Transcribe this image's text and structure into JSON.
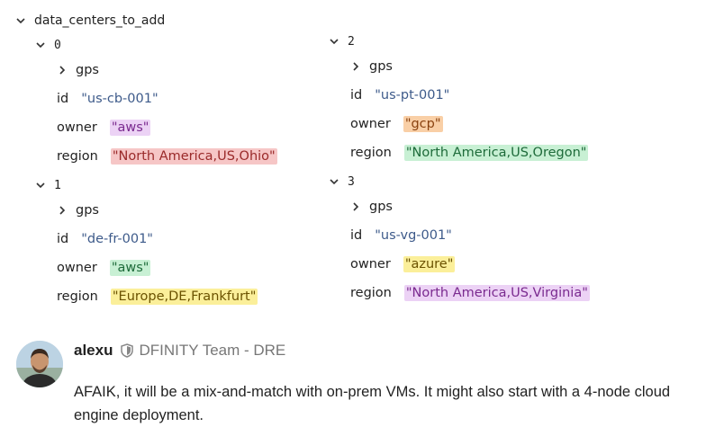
{
  "tree": {
    "root_label": "data_centers_to_add",
    "child_label": "gps",
    "key_id": "id",
    "key_owner": "owner",
    "key_region": "region",
    "nodes": [
      {
        "index": "0",
        "id": "\"us-cb-001\"",
        "owner": "\"aws\"",
        "region": "\"North America,US,Ohio\""
      },
      {
        "index": "1",
        "id": "\"de-fr-001\"",
        "owner": "\"aws\"",
        "region": "\"Europe,DE,Frankfurt\""
      },
      {
        "index": "2",
        "id": "\"us-pt-001\"",
        "owner": "\"gcp\"",
        "region": "\"North America,US,Oregon\""
      },
      {
        "index": "3",
        "id": "\"us-vg-001\"",
        "owner": "\"azure\"",
        "region": "\"North America,US,Virginia\""
      }
    ]
  },
  "post": {
    "username": "alexu",
    "group": "DFINITY Team - DRE",
    "body": "AFAIK, it will be a mix-and-match with on-prem VMs. It might also start with a 4-node cloud engine deployment."
  },
  "colors": {
    "highlight_pink": "#f6c6c6",
    "highlight_purple": "#ecd2f5",
    "highlight_green": "#c8f0d4",
    "highlight_yellow": "#fbef9a",
    "highlight_orange": "#f9cfa6"
  }
}
